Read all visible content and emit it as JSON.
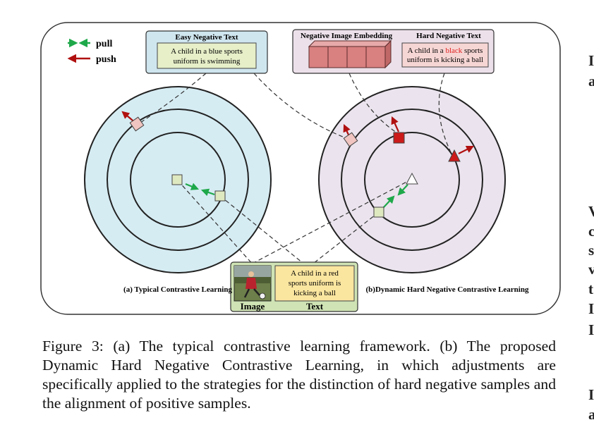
{
  "figure": {
    "legend": {
      "pull_label": "pull",
      "push_label": "push",
      "pull_color": "#1ea84a",
      "push_color": "#b01010"
    },
    "easy_negative_panel": {
      "title": "Easy Negative Text",
      "text_line1": "A child in a blue sports",
      "text_line2": "uniform is swimming",
      "bg_color": "#cfe6ef",
      "box_color": "#e6efc8"
    },
    "negative_panel": {
      "embedding_title": "Negative Image Embedding",
      "hard_text_title": "Hard Negative Text",
      "text_line1_pre": "A child in a ",
      "text_line1_highlight": "black",
      "text_line1_post": " sports",
      "text_line2": "uniform is kicking a ball",
      "highlight_color": "#e02020",
      "bg_color": "#ece1ea",
      "box_color": "#f6d6d4",
      "cube_color": "#d98080"
    },
    "anchor_panel": {
      "text_line1": "A child in a red",
      "text_line2": "sports uniform is",
      "text_line3": "kicking a ball",
      "image_label": "Image",
      "text_label": "Text",
      "bg_color": "#cfe3b4",
      "text_box_color": "#fbe6a0"
    },
    "left_diagram": {
      "label": "(a) Typical Contrastive Learning",
      "fill_color": "#d6ecf3"
    },
    "right_diagram": {
      "label": "(b)Dynamic Hard Negative Contrastive Learning",
      "fill_color": "#ebe4ee"
    },
    "marker_colors": {
      "positive": "#dfe9c0",
      "easy_negative": "#f0c4c0",
      "hard_negative": "#cc1a1a"
    }
  },
  "caption": {
    "text": "Figure 3: (a) The typical contrastive learning framework. (b) The proposed Dynamic Hard Negative Contrastive Learning, in which adjustments are specifically applied to the strategies for the distinction of hard negative samples and the alignment of positive samples."
  },
  "edge_fragments": [
    "I",
    "a",
    "V",
    "c",
    "s",
    "v",
    "t",
    "I",
    "I",
    "I",
    "a"
  ]
}
